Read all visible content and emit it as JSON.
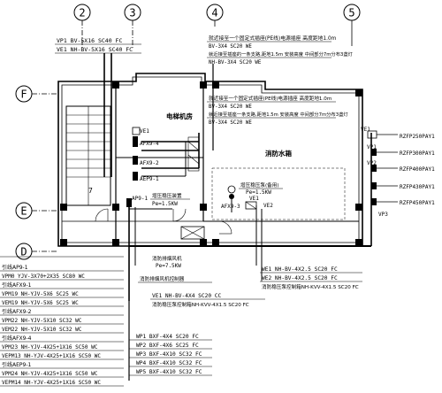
{
  "axes": {
    "columns": [
      "2",
      "3",
      "4",
      "5"
    ],
    "rows": [
      "F",
      "E",
      "D"
    ]
  },
  "top_labels": {
    "vp1": "VP1  BV-5X16  SC40  FC",
    "ve1": "VE1  NH-BV-5X16  SC40  FC",
    "note1_line1": "就近接至一个固定式插座(PE线)电源插座 高度距地1.0m",
    "note1_line2": "BV-3X4  SC20  WE",
    "note1_line3": "就近接至插座的一条支路,距地1.5m 安装高度 中间部分7m分布3盏灯",
    "note1_line4": "NH-BV-3X4  SC20  WE"
  },
  "mid_labels": {
    "note2_line1": "就近接至一个固定式插座(PE线)电源插座 高度距地1.0m",
    "note2_line2": "BV-3X4  SC20  WE",
    "note2_line3": "就近接至插座一条支路,距地1.5m 安装高度 中间部分7m分布3盏灯",
    "note2_line4": "BV-3X4  SC20  WE",
    "elevator_room": "电梯机房",
    "fire_tank": "消防水箱",
    "afx9_4": "AFX9-4",
    "ve1": "VE1",
    "ve2": "VE2",
    "afx9_2": "AFX9-2",
    "aep9_1": "AEP9-1",
    "ap9_1": "AP9-1",
    "afx9_3": "AFX9-3",
    "pump1_name": "增压稳压装置",
    "pump1_power": "Pe=1.5KW",
    "pump2_name": "增压稳压泵(备用)",
    "pump2_power": "Pe=1.5KW",
    "num_7": "7",
    "fan_label": "消防排烟风机",
    "fan_power": "Pe=7.5KW",
    "fan_controller": "消防排烟风机控制器"
  },
  "right_labels": {
    "ve1": "VE1",
    "vp1": "VP1",
    "vp2": "VP2",
    "vp3": "VP3",
    "r1": "RZFP250PAY1",
    "r2": "RZFP300PAY1",
    "r3": "RZFP400PAY1",
    "r4": "RZFP430PAY1",
    "r5": "RZFP450PAY1"
  },
  "bottom_labels": {
    "we1": "WE1  NH-BV-4X2.5  SC20  FC",
    "we2": "WE2  NH-BV-4X2.5  SC20  FC",
    "we_note": "消防稳压泵控制箱NH-KVV-4X1.5  SC20  FC",
    "ve1_cc": "VE1  NH-BV-4X4  SC20  CC",
    "ve1_note": "消防稳压泵控制箱NH-KVV-4X1.5  SC20  FC",
    "wp1": "WP1  BXF-4X4  SC20  FC",
    "wp2": "WP2  BXF-4X6  SC25  FC",
    "wp3": "WP3  BXF-4X10  SC32  FC",
    "wp4": "WP4  BXF-4X10  SC32  FC",
    "wp5": "WP5  BXF-4X10  SC32  FC"
  },
  "schedule": [
    {
      "header": "引线AP9-1",
      "rows": [
        "VPM0  YJV-3X70+2X35  SC80  WC"
      ]
    },
    {
      "header": "引线AFX9-1",
      "rows": [
        "VPM19  NH-YJV-5X6  SC25  WC",
        "VEM19  NH-YJV-5X6  SC25  WC"
      ]
    },
    {
      "header": "引线AFX9-2",
      "rows": [
        "VPM22  NH-YJV-5X10  SC32  WC",
        "VEM22  NH-YJV-5X10  SC32  WC"
      ]
    },
    {
      "header": "引线AFX9-4",
      "rows": [
        "VPM23  NH-YJV-4X25+1X16  SC50  WC",
        "VEPM13  NH-YJV-4X25+1X16  SC50  WC"
      ]
    },
    {
      "header": "引线AEP9-1",
      "rows": [
        "VPM24  NH-YJV-4X25+1X16  SC50  WC",
        "VEPM14  NH-YJV-4X25+1X16  SC50  WC"
      ]
    }
  ]
}
